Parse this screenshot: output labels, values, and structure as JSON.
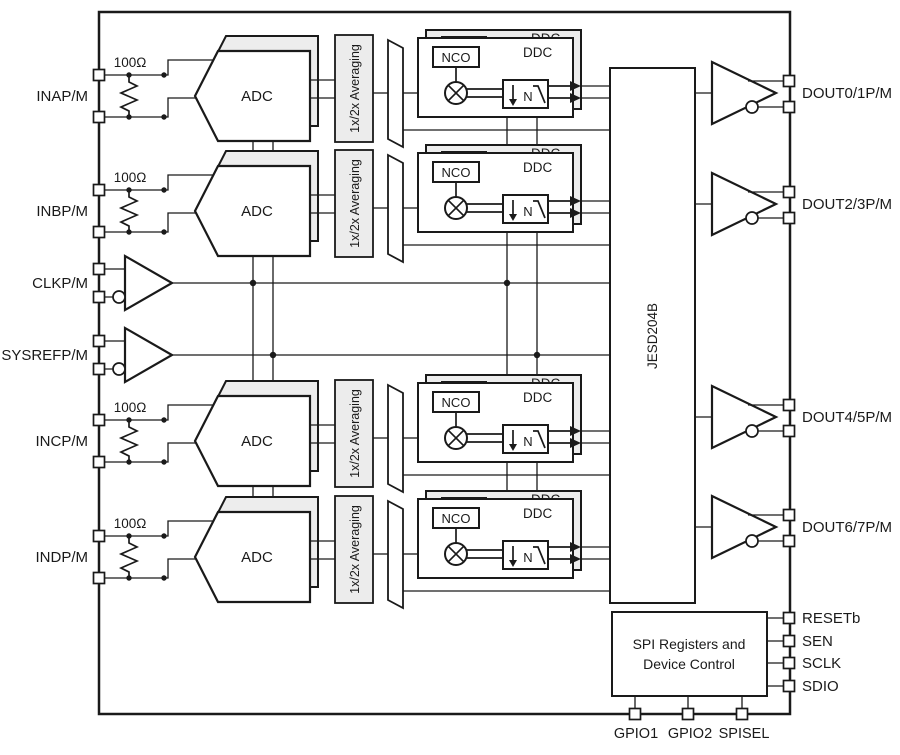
{
  "diagram": {
    "inputs": [
      {
        "label": "INAP/M"
      },
      {
        "label": "INBP/M"
      },
      {
        "label": "INCP/M"
      },
      {
        "label": "INDP/M"
      }
    ],
    "resistor_label": "100Ω",
    "clocks": [
      {
        "label": "CLKP/M"
      },
      {
        "label": "SYSREFP/M"
      }
    ],
    "blocks": {
      "adc": "ADC",
      "averaging": "1x/2x Averaging",
      "ddc": "DDC",
      "nco": "NCO",
      "decimation_n": "N",
      "jesd": "JESD204B",
      "spi_line1": "SPI Registers and",
      "spi_line2": "Device Control"
    },
    "outputs": [
      {
        "label": "DOUT0/1P/M"
      },
      {
        "label": "DOUT2/3P/M"
      },
      {
        "label": "DOUT4/5P/M"
      },
      {
        "label": "DOUT6/7P/M"
      }
    ],
    "control_pins": [
      {
        "label": "RESETb"
      },
      {
        "label": "SEN"
      },
      {
        "label": "SCLK"
      },
      {
        "label": "SDIO"
      }
    ],
    "bottom_pins": [
      {
        "label": "GPIO1"
      },
      {
        "label": "GPIO2"
      },
      {
        "label": "SPISEL"
      }
    ],
    "colors": {
      "stroke": "#1a1a1a",
      "shadow_fill": "#ededed",
      "background": "#ffffff"
    }
  }
}
